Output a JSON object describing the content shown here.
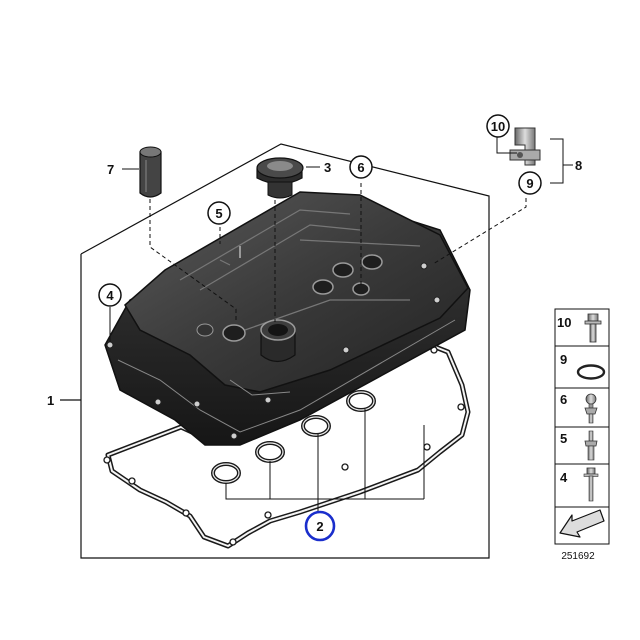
{
  "callouts": {
    "c1": "1",
    "c2": "2",
    "c3": "3",
    "c4": "4",
    "c5": "5",
    "c6": "6",
    "c7": "7",
    "c8": "8",
    "c9": "9",
    "c10": "10"
  },
  "highlight_color": "#1a2ecc",
  "legend": {
    "items": [
      {
        "num": "10",
        "part": "bolt-with-washer"
      },
      {
        "num": "9",
        "part": "o-ring"
      },
      {
        "num": "6",
        "part": "ball-stud"
      },
      {
        "num": "5",
        "part": "stud-bolt"
      },
      {
        "num": "4",
        "part": "screw"
      }
    ],
    "arrow_icon": "arrow-down-left-icon"
  },
  "reference_number": "251692"
}
